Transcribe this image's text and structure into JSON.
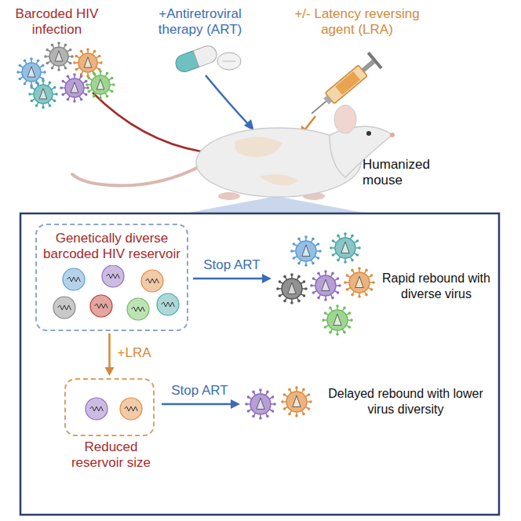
{
  "diagram": {
    "nodes": [
      {
        "text": [
          "Genetically diverse barcoded HIV reservoir"
        ]
      },
      {
        "text": [
          "Reduced reservoir size"
        ]
      }
    ],
    "edges": [
      {
        "from": 0,
        "to": 1,
        "arrow": "to",
        "label": "+LRA"
      }
    ],
    "labels": [
      "Barcoded HIV infection",
      "+Antiretroviral therapy (ART)",
      "+/- Latency reversing agent (LRA)",
      "Humanized mouse",
      "Stop ART",
      "Rapid rebound with diverse virus",
      "Stop ART",
      "Delayed rebound with lower virus diversity"
    ]
  }
}
